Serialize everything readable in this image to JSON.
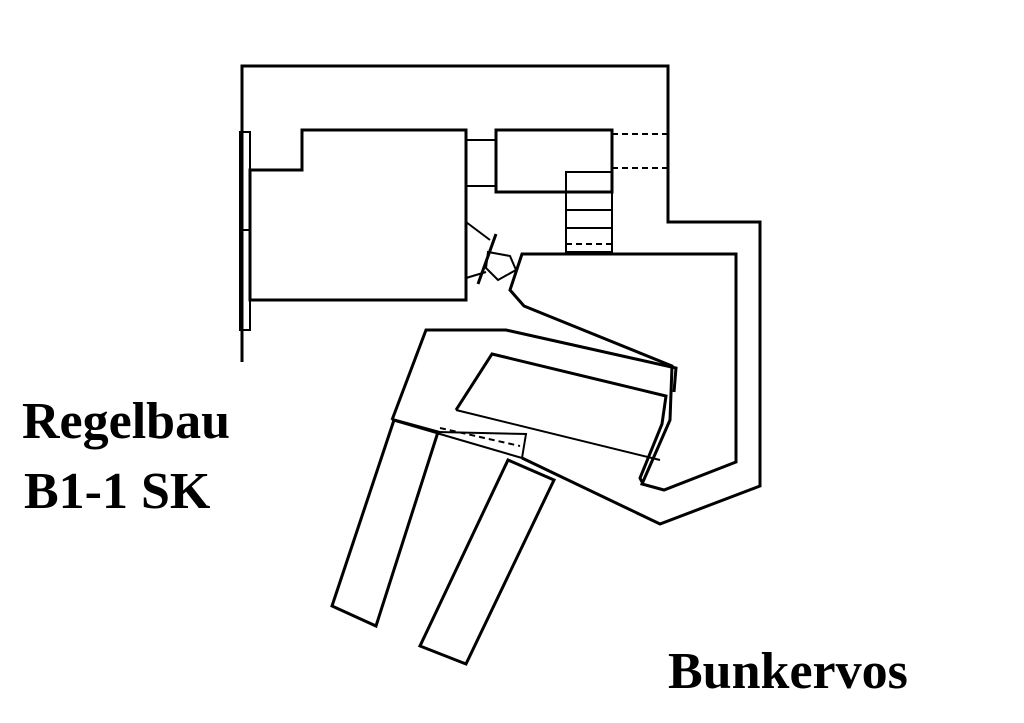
{
  "diagram": {
    "title_line_1": "Regelbau",
    "title_line_2": "B1-1 SK",
    "credit": "Bunkervos"
  }
}
